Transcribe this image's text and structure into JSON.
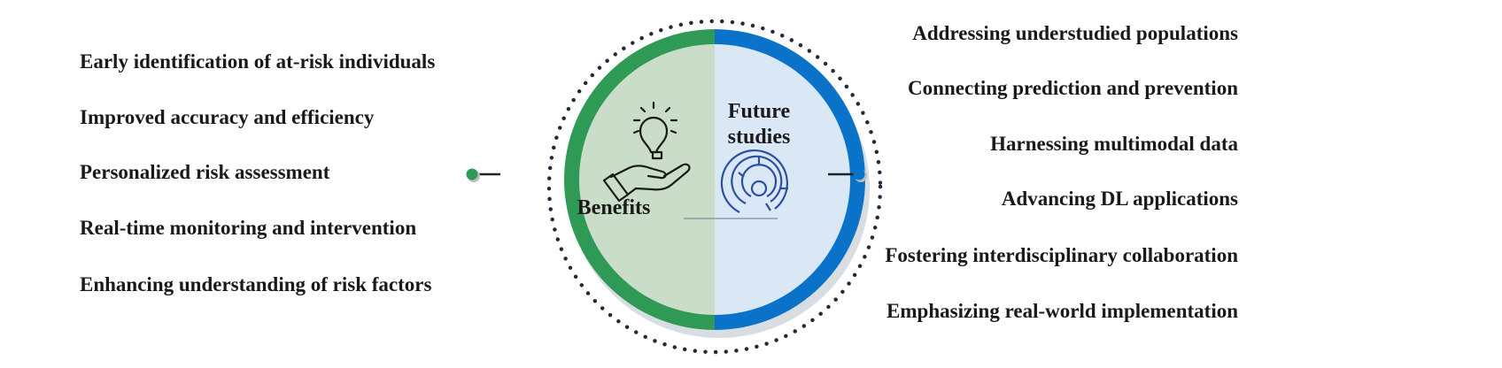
{
  "center": {
    "benefits_label": "Benefits",
    "future_label": "Future studies"
  },
  "benefits": [
    "Early identification of at-risk individuals",
    "Improved accuracy and efficiency",
    "Personalized risk assessment",
    "Real-time monitoring and intervention",
    "Enhancing understanding of risk factors"
  ],
  "future_studies": [
    "Addressing understudied populations",
    "Connecting prediction and prevention",
    "Harnessing multimodal data",
    "Advancing DL applications",
    "Fostering interdisciplinary collaboration",
    "Emphasizing real-world implementation"
  ],
  "colors": {
    "green": "#2f9a55",
    "light_green": "#c9ddc8",
    "blue": "#0a73c9",
    "light_blue": "#dae8f6",
    "maze": "#2d4fa0"
  }
}
